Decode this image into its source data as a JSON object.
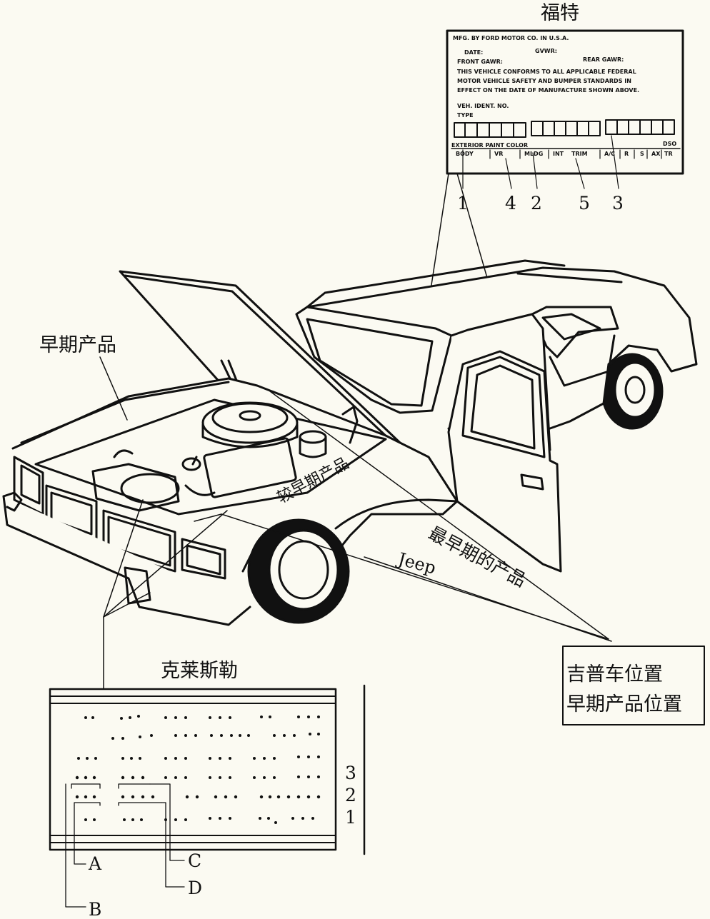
{
  "ford": {
    "title": "福特",
    "plate_lines": [
      "MFG. BY FORD MOTOR CO. IN U.S.A.",
      "DATE:",
      "GVWR:",
      "FRONT GAWR:",
      "REAR GAWR:",
      "THIS VEHICLE CONFORMS TO ALL APPLICABLE FEDERAL",
      "MOTOR VEHICLE SAFETY AND BUMPER STANDARDS IN",
      "EFFECT ON THE DATE OF MANUFACTURE SHOWN ABOVE.",
      "VEH. IDENT. NO.",
      "TYPE",
      "EXTERIOR PAINT COLOR",
      "DSO"
    ],
    "code_headers": [
      "BODY",
      "VR",
      "MLDG",
      "INT",
      "TRIM",
      "A/C",
      "R",
      "S",
      "AX",
      "TR"
    ],
    "callouts": [
      "1",
      "4",
      "2",
      "5",
      "3"
    ]
  },
  "labels": {
    "early": "早期产品",
    "earlier": "较早期产品",
    "earliest": "最早期的产品",
    "jeep": "Jeep",
    "box_line1": "吉普车位置",
    "box_line2": "早期产品位置"
  },
  "chrysler": {
    "title": "克莱斯勒",
    "row_numbers": [
      "3",
      "2",
      "1"
    ],
    "callouts": [
      "A",
      "B",
      "C",
      "D"
    ]
  }
}
